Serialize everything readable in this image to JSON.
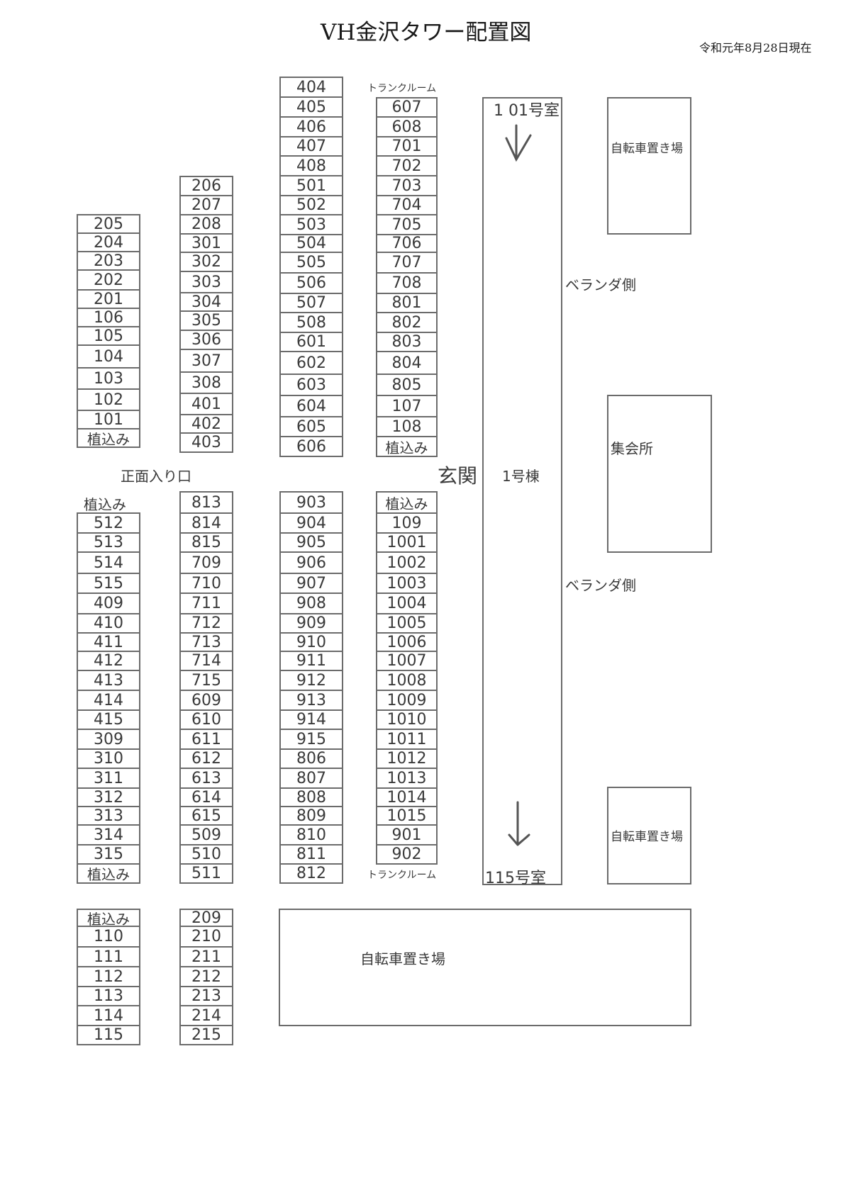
{
  "header": {
    "title": "VH金沢タワー配置図",
    "date": "令和元年8月28日現在"
  },
  "labels": {
    "trunk_room_top": "トランクルーム",
    "trunk_room_bottom": "トランクルーム",
    "front_entrance": "正面入り口",
    "entrance": "玄関",
    "building": "1号棟",
    "room_101": "1 01号室",
    "room_115": "115号室",
    "veranda_upper": "ベランダ側",
    "veranda_lower": "ベランダ側",
    "plant_upper_left_top": "植込み",
    "plant_lower_left_top": "植込み"
  },
  "facilities": {
    "bike_top": "自転車置き場",
    "assembly_hall": "集会所",
    "bike_bottom_right": "自転車置き場",
    "bike_bottom_wide": "自転車置き場"
  },
  "columns": {
    "upper_a": [
      "205",
      "204",
      "203",
      "202",
      "201",
      "106",
      "105",
      "104",
      "103",
      "102",
      "101",
      "植込み"
    ],
    "upper_b": [
      "206",
      "207",
      "208",
      "301",
      "302",
      "303",
      "304",
      "305",
      "306",
      "307",
      "308",
      "401",
      "402",
      "403"
    ],
    "upper_c": [
      "404",
      "405",
      "406",
      "407",
      "408",
      "501",
      "502",
      "503",
      "504",
      "505",
      "506",
      "507",
      "508",
      "601",
      "602",
      "603",
      "604",
      "605",
      "606"
    ],
    "upper_d": [
      "607",
      "608",
      "701",
      "702",
      "703",
      "704",
      "705",
      "706",
      "707",
      "708",
      "801",
      "802",
      "803",
      "804",
      "805",
      "107",
      "108",
      "植込み"
    ],
    "lower_a": [
      "512",
      "513",
      "514",
      "515",
      "409",
      "410",
      "411",
      "412",
      "413",
      "414",
      "415",
      "309",
      "310",
      "311",
      "312",
      "313",
      "314",
      "315",
      "植込み"
    ],
    "lower_b": [
      "813",
      "814",
      "815",
      "709",
      "710",
      "711",
      "712",
      "713",
      "714",
      "715",
      "609",
      "610",
      "611",
      "612",
      "613",
      "614",
      "615",
      "509",
      "510",
      "511"
    ],
    "lower_c": [
      "903",
      "904",
      "905",
      "906",
      "907",
      "908",
      "909",
      "910",
      "911",
      "912",
      "913",
      "914",
      "915",
      "806",
      "807",
      "808",
      "809",
      "810",
      "811",
      "812"
    ],
    "lower_d": [
      "植込み",
      "109",
      "1001",
      "1002",
      "1003",
      "1004",
      "1005",
      "1006",
      "1007",
      "1008",
      "1009",
      "1010",
      "1011",
      "1012",
      "1013",
      "1014",
      "1015",
      "901",
      "902"
    ],
    "bottom_a": [
      "植込み",
      "110",
      "111",
      "112",
      "113",
      "114",
      "115"
    ],
    "bottom_b": [
      "209",
      "210",
      "211",
      "212",
      "213",
      "214",
      "215"
    ]
  }
}
